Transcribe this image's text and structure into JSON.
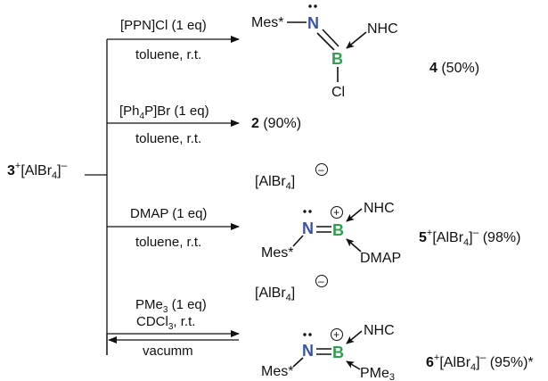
{
  "start": {
    "num": "3",
    "charge": "+",
    "anion_a": "[AlBr",
    "sub": "4",
    "anion_b": "]",
    "minus": "–"
  },
  "r1": {
    "above": "[PPN]Cl (1 eq)",
    "below": "toluene, r.t."
  },
  "r2": {
    "above_a": "[Ph",
    "above_sub": "4",
    "above_b": "P]Br (1 eq)",
    "below": "toluene, r.t."
  },
  "r3": {
    "above": "DMAP (1 eq)",
    "below": "toluene, r.t."
  },
  "r4": {
    "above_a": "PMe",
    "above_sub": "3",
    "above_b": " (1 eq)",
    "line2_a": "CDCl",
    "line2_sub": "3",
    "line2_b": ", r.t.",
    "below": "vacumm"
  },
  "p4": {
    "mes": "Mes*",
    "n": "N",
    "b": "B",
    "nhc": "NHC",
    "cl": "Cl",
    "num": "4",
    "yield": " (50%)"
  },
  "p2": {
    "num": "2",
    "yield": " (90%)"
  },
  "p5": {
    "anion_a": "[AlBr",
    "anion_sub": "4",
    "anion_b": "]",
    "mes": "Mes*",
    "n": "N",
    "b": "B",
    "nhc": "NHC",
    "dmap": "DMAP",
    "num": "5",
    "charge": "+",
    "lab_a": "[AlBr",
    "lab_sub": "4",
    "lab_b": "]",
    "minus": "–",
    "yield": " (98%)"
  },
  "p6": {
    "anion_a": "[AlBr",
    "anion_sub": "4",
    "anion_b": "]",
    "mes": "Mes*",
    "n": "N",
    "b": "B",
    "nhc": "NHC",
    "pme": "PMe",
    "pme_sub": "3",
    "num": "6",
    "charge": "+",
    "lab_a": "[AlBr",
    "lab_sub": "4",
    "lab_b": "]",
    "minus": "–",
    "yield": " (95%)*"
  },
  "symbols": {
    "plus": "+",
    "minus": "–"
  }
}
